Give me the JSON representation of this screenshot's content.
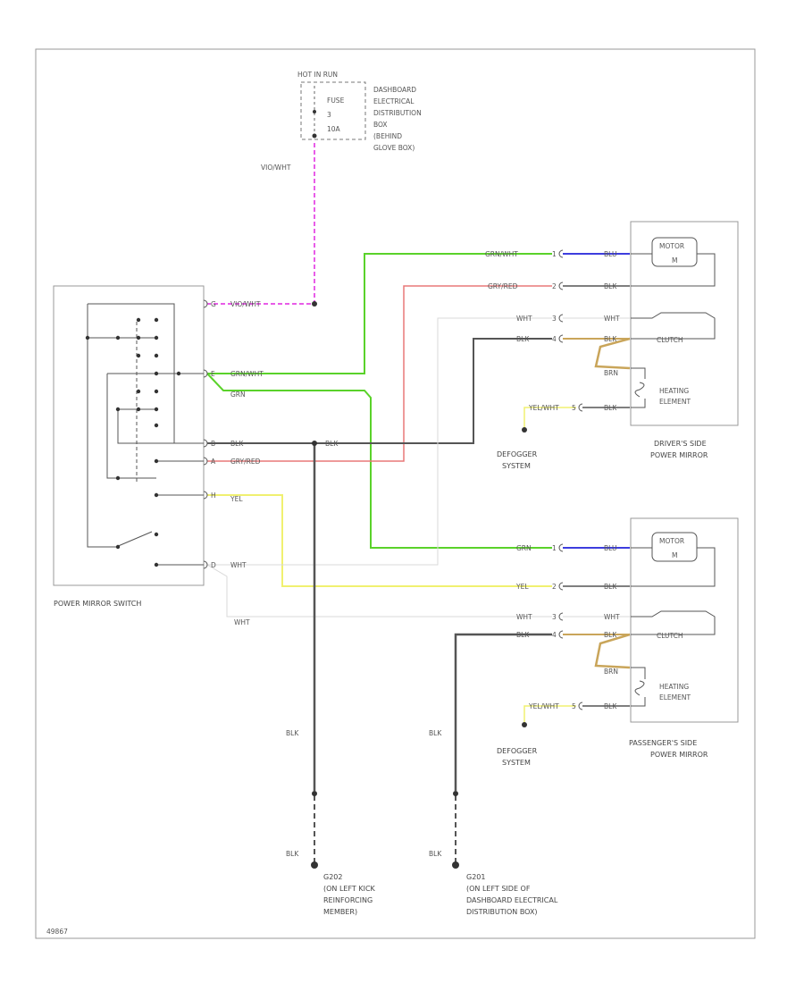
{
  "fuse_block": {
    "header": "HOT IN RUN",
    "fuse_lines": [
      "FUSE",
      "3",
      "10A"
    ],
    "location": [
      "DASHBOARD",
      "ELECTRICAL",
      "DISTRIBUTION",
      "BOX",
      "(BEHIND",
      "GLOVE BOX)"
    ],
    "feed_wire": "VIO/WHT"
  },
  "switch": {
    "label": "POWER MIRROR SWITCH",
    "pins": [
      "G",
      "E",
      "B",
      "A",
      "H",
      "D"
    ],
    "wires": [
      "VIO/WHT",
      "GRN/WHT",
      "GRN",
      "BLK",
      "GRY/RED",
      "YEL",
      "WHT"
    ]
  },
  "ground_splice_label": "BLK",
  "drivers_mirror": {
    "label": [
      "DRIVER'S SIDE",
      "POWER MIRROR"
    ],
    "motor": "MOTOR",
    "clutch": "CLUTCH",
    "heater": [
      "HEATING",
      "ELEMENT"
    ],
    "pins": [
      "1",
      "2",
      "3",
      "4",
      "5"
    ],
    "in_wires": [
      "GRN/WHT",
      "GRY/RED",
      "WHT",
      "BLK",
      "YEL/WHT"
    ],
    "out_wires": [
      "BLU",
      "BLK",
      "WHT",
      "BLK",
      "BRN",
      "BLK"
    ]
  },
  "passengers_mirror": {
    "label": [
      "PASSENGER'S SIDE",
      "POWER MIRROR"
    ],
    "motor": "MOTOR",
    "clutch": "CLUTCH",
    "heater": [
      "HEATING",
      "ELEMENT"
    ],
    "pins": [
      "1",
      "2",
      "3",
      "4",
      "5"
    ],
    "in_wires": [
      "GRN",
      "YEL",
      "WHT",
      "BLK",
      "YEL/WHT"
    ],
    "out_wires": [
      "BLU",
      "BLK",
      "WHT",
      "BLK",
      "BRN",
      "BLK"
    ]
  },
  "defogger": [
    "DEFOGGER",
    "SYSTEM"
  ],
  "wht_cross": "WHT",
  "grounds": [
    {
      "wire_top": "BLK",
      "wire_bottom": "BLK",
      "id": "G202",
      "desc": [
        "(ON LEFT KICK",
        "REINFORCING",
        "MEMBER)"
      ]
    },
    {
      "wire_top": "BLK",
      "wire_bottom": "BLK",
      "id": "G201",
      "desc": [
        "(ON LEFT SIDE OF",
        "DASHBOARD ELECTRICAL",
        "DISTRIBUTION BOX)"
      ]
    }
  ],
  "figure_id": "49867",
  "colors": {
    "vio": "#e85ce8",
    "grn": "#5ad22a",
    "red": "#e87878",
    "blu": "#3d3dde",
    "yel": "#f0f070",
    "brn": "#c9a55a",
    "blk": "#555555",
    "wht": "#d9d9d9"
  }
}
